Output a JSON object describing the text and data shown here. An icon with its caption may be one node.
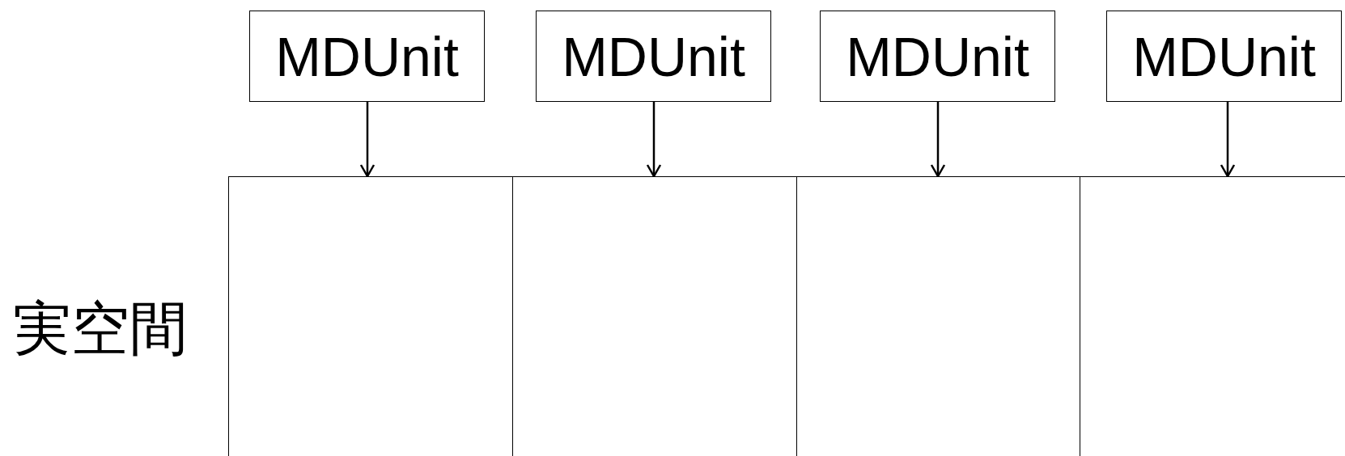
{
  "diagram": {
    "nodes": [
      {
        "text": [
          "MDUnit"
        ]
      },
      {
        "text": [
          "MDUnit"
        ]
      },
      {
        "text": [
          "MDUnit"
        ]
      },
      {
        "text": [
          "MDUnit"
        ]
      },
      {
        "text": [],
        "shape": "box"
      },
      {
        "text": [],
        "shape": "box"
      },
      {
        "text": [],
        "shape": "box"
      },
      {
        "text": [],
        "shape": "box"
      }
    ],
    "edges": [
      {
        "from": 0,
        "to": 4,
        "arrow": "to"
      },
      {
        "from": 1,
        "to": 5,
        "arrow": "to"
      },
      {
        "from": 2,
        "to": 6,
        "arrow": "to"
      },
      {
        "from": 3,
        "to": 7,
        "arrow": "to"
      }
    ],
    "labels": [
      "実空間"
    ]
  }
}
